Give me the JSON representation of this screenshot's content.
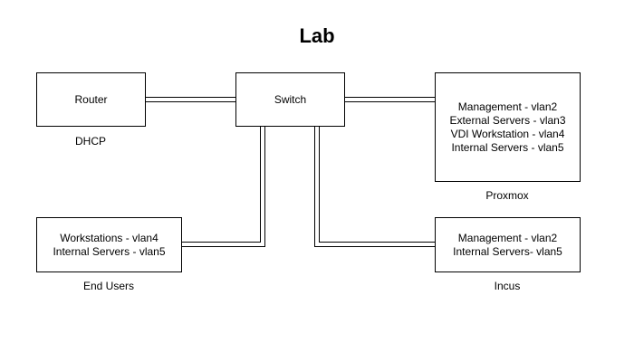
{
  "title": "Lab",
  "nodes": {
    "router": {
      "label": "Router",
      "caption": "DHCP"
    },
    "switch": {
      "label": "Switch"
    },
    "proxmox": {
      "lines": [
        "Management - vlan2",
        "External Servers - vlan3",
        "VDI Workstation - vlan4",
        "Internal Servers - vlan5"
      ],
      "caption": "Proxmox"
    },
    "end_users": {
      "lines": [
        "Workstations - vlan4",
        "Internal Servers - vlan5"
      ],
      "caption": "End Users"
    },
    "incus": {
      "lines": [
        "Management - vlan2",
        "Internal Servers- vlan5"
      ],
      "caption": "Incus"
    }
  },
  "links": [
    {
      "from": "router",
      "to": "switch"
    },
    {
      "from": "switch",
      "to": "proxmox"
    },
    {
      "from": "switch",
      "to": "end_users"
    },
    {
      "from": "switch",
      "to": "incus"
    }
  ]
}
